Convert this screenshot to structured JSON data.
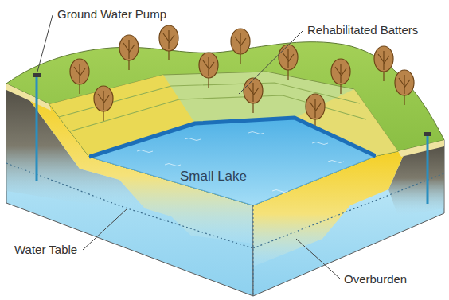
{
  "diagram": {
    "nodes": [
      {
        "text": [
          "Small Lake"
        ]
      }
    ],
    "labels": [
      "Ground Water Pump",
      "Rehabilitated Batters",
      "Water Table",
      "Overburden"
    ]
  }
}
